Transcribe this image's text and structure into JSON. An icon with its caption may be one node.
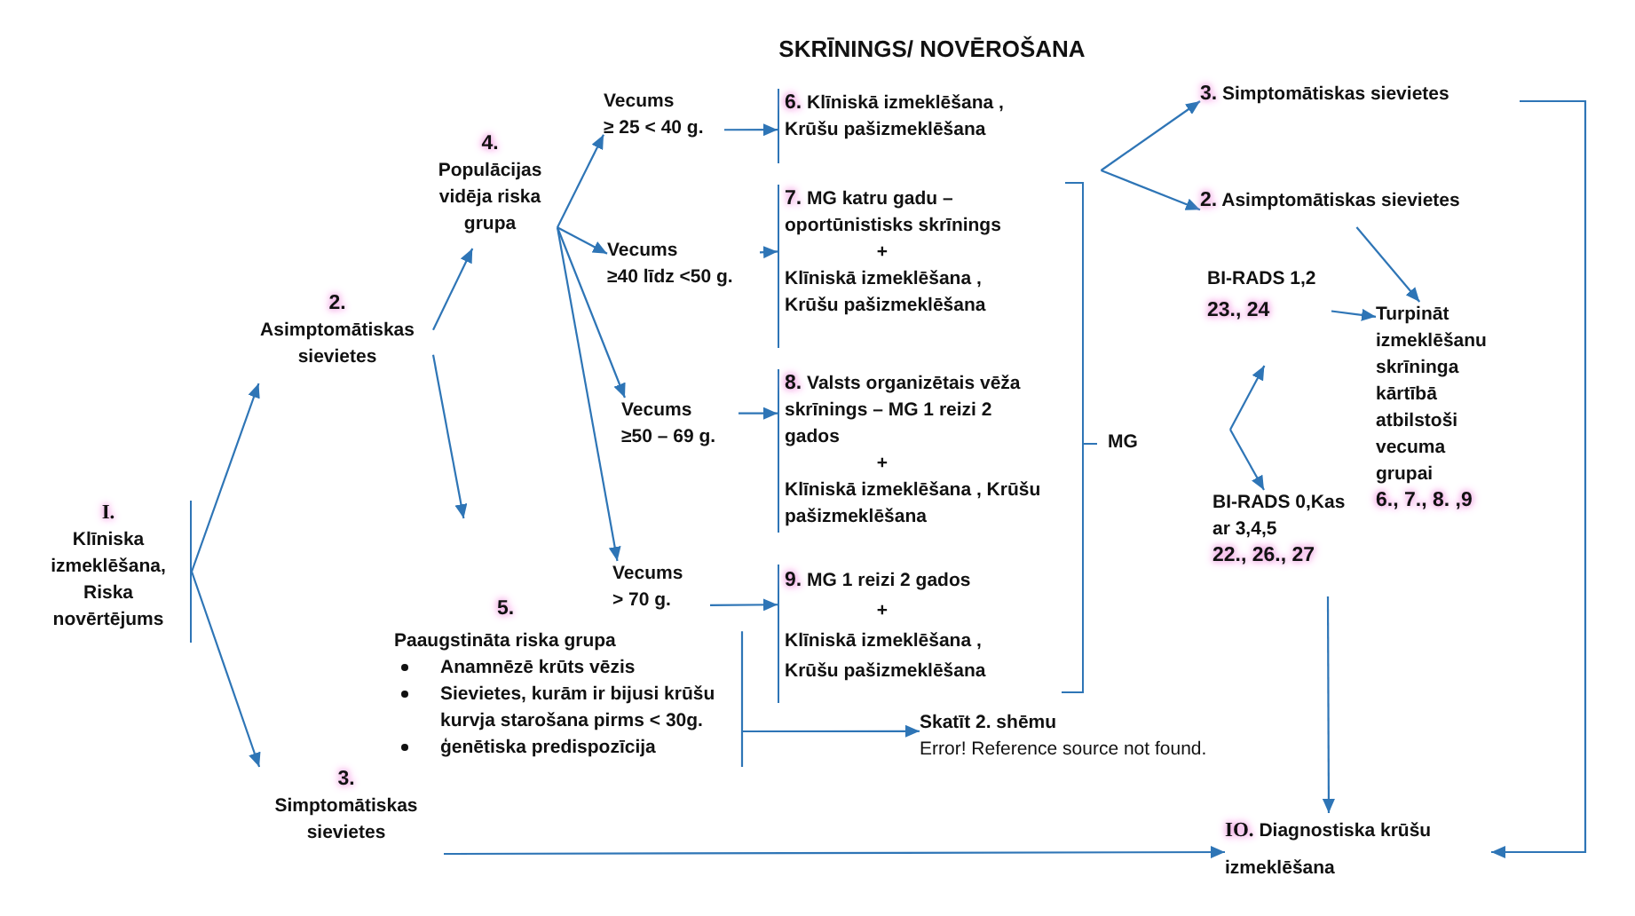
{
  "diagram": {
    "title": "SKRĪNINGS/ NOVĒROŠANA",
    "nodes": [
      {
        "text": [
          "I.",
          "Klīniska izmeklēšana, Riska novērtējums"
        ]
      },
      {
        "text": [
          "2.",
          "Asimptomātiskas sievietes"
        ]
      },
      {
        "text": [
          "4.",
          "Populācijas vidēja riska grupa"
        ]
      },
      {
        "text": [
          "Vecums",
          "≥ 25 < 40 g."
        ]
      },
      {
        "text": [
          "Vecums",
          "≥40 līdz <50 g."
        ]
      },
      {
        "text": [
          "Vecums",
          "≥50 – 69 g."
        ]
      },
      {
        "text": [
          "Vecums",
          "> 70 g."
        ]
      },
      {
        "text": [
          "5.",
          "Paaugstināta riska grupa",
          "Anamnēzē krūts vēzis",
          "Sievietes, kurām ir bijusi krūšu kurvja starošana pirms < 30g.",
          "ģenētiska predispozīcija"
        ]
      },
      {
        "text": [
          "3.",
          "Simptomātiskas sievietes"
        ]
      },
      {
        "text": [
          "6.",
          "Klīniskā izmeklēšana , Krūšu pašizmeklēšana"
        ]
      },
      {
        "text": [
          "7.",
          "MG katru gadu – oportūnistisks skrīnings",
          "+",
          "Klīniskā izmeklēšana , Krūšu pašizmeklēšana"
        ]
      },
      {
        "text": [
          "8.",
          "Valsts organizētais vēža skrīnings – MG 1 reizi 2 gados",
          "+",
          "Klīniskā izmeklēšana , Krūšu pašizmeklēšana"
        ]
      },
      {
        "text": [
          "9.",
          "MG 1 reizi 2 gados",
          "+",
          "Klīniskā izmeklēšana , Krūšu pašizmeklēšana"
        ]
      },
      {
        "text": [
          "MG"
        ]
      },
      {
        "text": [
          "3.",
          "Simptomātiskas sievietes"
        ]
      },
      {
        "text": [
          "2.",
          "Asimptomātiskas sievietes"
        ]
      },
      {
        "text": [
          "BI-RADS 1,2",
          "23., 24"
        ]
      },
      {
        "text": [
          "Turpināt izmeklēšanu skrīninga kārtībā atbilstoši vecuma grupai",
          "6., 7., 8. ,9"
        ]
      },
      {
        "text": [
          "BI-RADS 0,Kas ar 3,4,5",
          "22., 26., 27"
        ]
      },
      {
        "text": [
          "Skatīt 2. shēmu",
          "Error! Reference source not found."
        ]
      },
      {
        "text": [
          "IO.",
          "Diagnostiska krūšu izmeklēšana"
        ]
      }
    ],
    "edges": [
      {
        "from": 0,
        "to": 1,
        "arrow": "to"
      },
      {
        "from": 0,
        "to": 8,
        "arrow": "to"
      },
      {
        "from": 1,
        "to": 2,
        "arrow": "to"
      },
      {
        "from": 1,
        "to": 7,
        "arrow": "to"
      },
      {
        "from": 2,
        "to": 3,
        "arrow": "to"
      },
      {
        "from": 2,
        "to": 4,
        "arrow": "to"
      },
      {
        "from": 2,
        "to": 5,
        "arrow": "to"
      },
      {
        "from": 2,
        "to": 6,
        "arrow": "to"
      },
      {
        "from": 3,
        "to": 9,
        "arrow": "to"
      },
      {
        "from": 4,
        "to": 10,
        "arrow": "to"
      },
      {
        "from": 5,
        "to": 11,
        "arrow": "to"
      },
      {
        "from": 6,
        "to": 12,
        "arrow": "to"
      },
      {
        "from": 7,
        "to": 19,
        "arrow": "to"
      },
      {
        "from": 13,
        "to": 14,
        "arrow": "to"
      },
      {
        "from": 13,
        "to": 15,
        "arrow": "to"
      },
      {
        "from": null,
        "to": 16,
        "arrow": "to"
      },
      {
        "from": null,
        "to": 18,
        "arrow": "to"
      },
      {
        "from": 15,
        "to": 17,
        "arrow": "to"
      },
      {
        "from": 16,
        "to": 17,
        "arrow": "to"
      },
      {
        "from": 18,
        "to": 20,
        "arrow": "to"
      },
      {
        "from": 8,
        "to": 20,
        "arrow": "to"
      },
      {
        "from": 14,
        "to": 20,
        "arrow": "to"
      }
    ]
  }
}
